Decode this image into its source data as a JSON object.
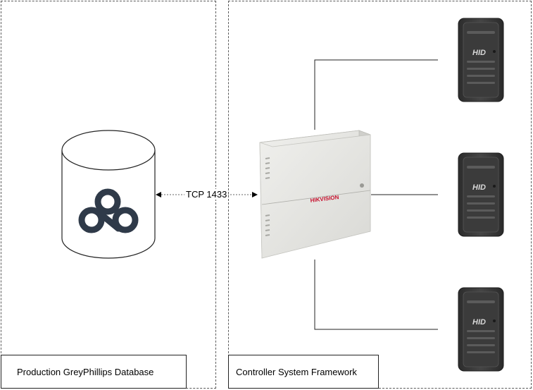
{
  "groups": {
    "database_group_label": "Production GreyPhillips Database",
    "controller_group_label": "Controller System Framework"
  },
  "connection": {
    "label": "TCP 1433"
  },
  "icons": {
    "database": "database-cylinder-icon",
    "database_logo": "linked-rings-logo-icon",
    "controller": "access-controller-cabinet-icon",
    "reader": "hid-proximity-reader-icon"
  },
  "controller": {
    "brand": "HIKVISION"
  },
  "readers": [
    {
      "brand": "HID"
    },
    {
      "brand": "HID"
    },
    {
      "brand": "HID"
    }
  ],
  "colors": {
    "panel_border": "#5a5a5a",
    "logo": "#2f3a49",
    "cabinet": "#e6e6e3",
    "reader_body": "#3a3a3a",
    "brand_red": "#c8102e"
  }
}
